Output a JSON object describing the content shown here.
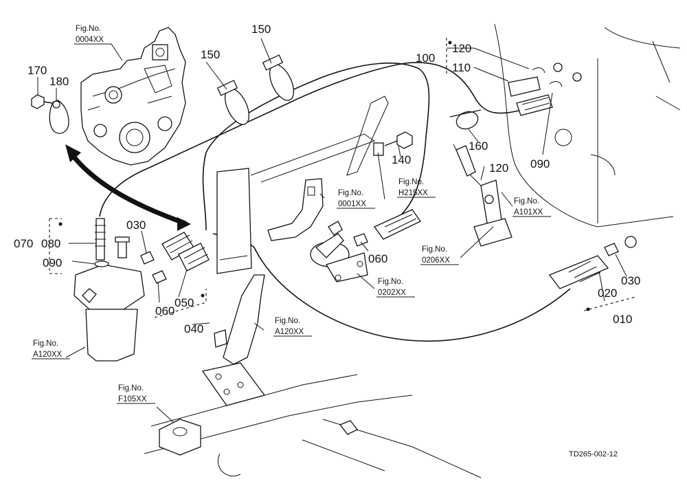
{
  "diagram": {
    "drawing_code": "TD265-002-12",
    "part_numbers": {
      "p010": "010",
      "p020": "020",
      "p030_left": "030",
      "p030_right": "030",
      "p040": "040",
      "p050": "050",
      "p060_left": "060",
      "p060_mid": "060",
      "p070": "070",
      "p080": "080",
      "p090_left": "090",
      "p090_right": "090",
      "p100": "100",
      "p110": "110",
      "p120_top": "120",
      "p120_mid": "120",
      "p140": "140",
      "p150_left": "150",
      "p150_right": "150",
      "p160": "160",
      "p170": "170",
      "p180": "180"
    },
    "fig_refs": {
      "f0004": {
        "label": "Fig.No.",
        "code": "0004XX"
      },
      "f0001": {
        "label": "Fig.No.",
        "code": "0001XX"
      },
      "fH215": {
        "label": "Fig.No.",
        "code": "H215XX"
      },
      "fA101": {
        "label": "Fig.No.",
        "code": "A101XX"
      },
      "f0206": {
        "label": "Fig.No.",
        "code": "0206XX"
      },
      "f0202": {
        "label": "Fig.No.",
        "code": "0202XX"
      },
      "fA120_mid": {
        "label": "Fig.No.",
        "code": "A120XX"
      },
      "fA120_left": {
        "label": "Fig.No.",
        "code": "A120XX"
      },
      "fF105": {
        "label": "Fig.No.",
        "code": "F105XX"
      }
    }
  }
}
